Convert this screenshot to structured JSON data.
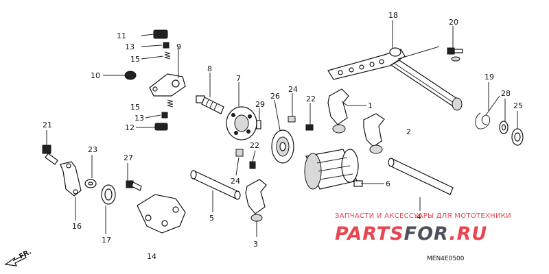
{
  "callouts": [
    {
      "id": "1",
      "label": "1"
    },
    {
      "id": "2",
      "label": "2"
    },
    {
      "id": "3",
      "label": "3"
    },
    {
      "id": "4",
      "label": "4"
    },
    {
      "id": "5",
      "label": "5"
    },
    {
      "id": "6",
      "label": "6"
    },
    {
      "id": "7",
      "label": "7"
    },
    {
      "id": "8",
      "label": "8"
    },
    {
      "id": "9",
      "label": "9"
    },
    {
      "id": "10",
      "label": "10"
    },
    {
      "id": "11",
      "label": "11"
    },
    {
      "id": "12",
      "label": "12"
    },
    {
      "id": "13a",
      "label": "13"
    },
    {
      "id": "13b",
      "label": "13"
    },
    {
      "id": "14",
      "label": "14"
    },
    {
      "id": "15a",
      "label": "15"
    },
    {
      "id": "15b",
      "label": "15"
    },
    {
      "id": "16",
      "label": "16"
    },
    {
      "id": "17",
      "label": "17"
    },
    {
      "id": "18",
      "label": "18"
    },
    {
      "id": "19",
      "label": "19"
    },
    {
      "id": "20",
      "label": "20"
    },
    {
      "id": "21",
      "label": "21"
    },
    {
      "id": "22a",
      "label": "22"
    },
    {
      "id": "22b",
      "label": "22"
    },
    {
      "id": "23",
      "label": "23"
    },
    {
      "id": "24a",
      "label": "24"
    },
    {
      "id": "24b",
      "label": "24"
    },
    {
      "id": "25",
      "label": "25"
    },
    {
      "id": "26",
      "label": "26"
    },
    {
      "id": "27",
      "label": "27"
    },
    {
      "id": "28",
      "label": "28"
    },
    {
      "id": "29",
      "label": "29"
    }
  ],
  "direction": {
    "label": "FR."
  },
  "watermark": {
    "tagline": "ЗАПЧАСТИ И АКСЕССУАРЫ ДЛЯ МОТОТЕХНИКИ",
    "logo_red": "PARTS",
    "logo_dark": "FOR",
    "logo_suffix": ".RU",
    "color_red": "#e8323c",
    "color_dark": "#3a3f4a"
  },
  "diagram_code": "MEN4E0500"
}
